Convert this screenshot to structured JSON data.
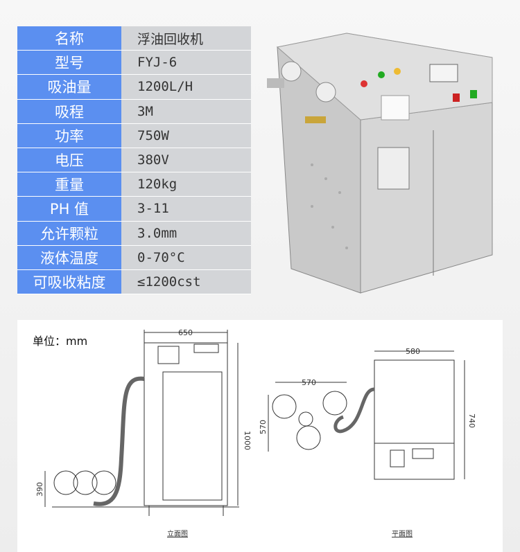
{
  "specs": [
    {
      "label": "名称",
      "value": "浮油回收机"
    },
    {
      "label": "型号",
      "value": "FYJ-6"
    },
    {
      "label": "吸油量",
      "value": "1200L/H"
    },
    {
      "label": "吸程",
      "value": "3M"
    },
    {
      "label": "功率",
      "value": "750W"
    },
    {
      "label": "电压",
      "value": "380V"
    },
    {
      "label": "重量",
      "value": "120kg"
    },
    {
      "label": "PH 值",
      "value": "3-11"
    },
    {
      "label": "允许颗粒",
      "value": "3.0mm"
    },
    {
      "label": "液体温度",
      "value": "0-70°C"
    },
    {
      "label": "可吸收粘度",
      "value": "≤1200cst"
    }
  ],
  "drawing": {
    "unit": "单位：mm",
    "front": {
      "width": "650",
      "height": "1000",
      "ball_height": "390",
      "caption": "立面图"
    },
    "plan": {
      "width": "580",
      "depth": "740",
      "ball_span": "570",
      "ball_span_v": "570",
      "caption": "平面图"
    }
  },
  "colors": {
    "label_bg": "#5b8ff0",
    "value_bg": "#d3d5d8"
  }
}
